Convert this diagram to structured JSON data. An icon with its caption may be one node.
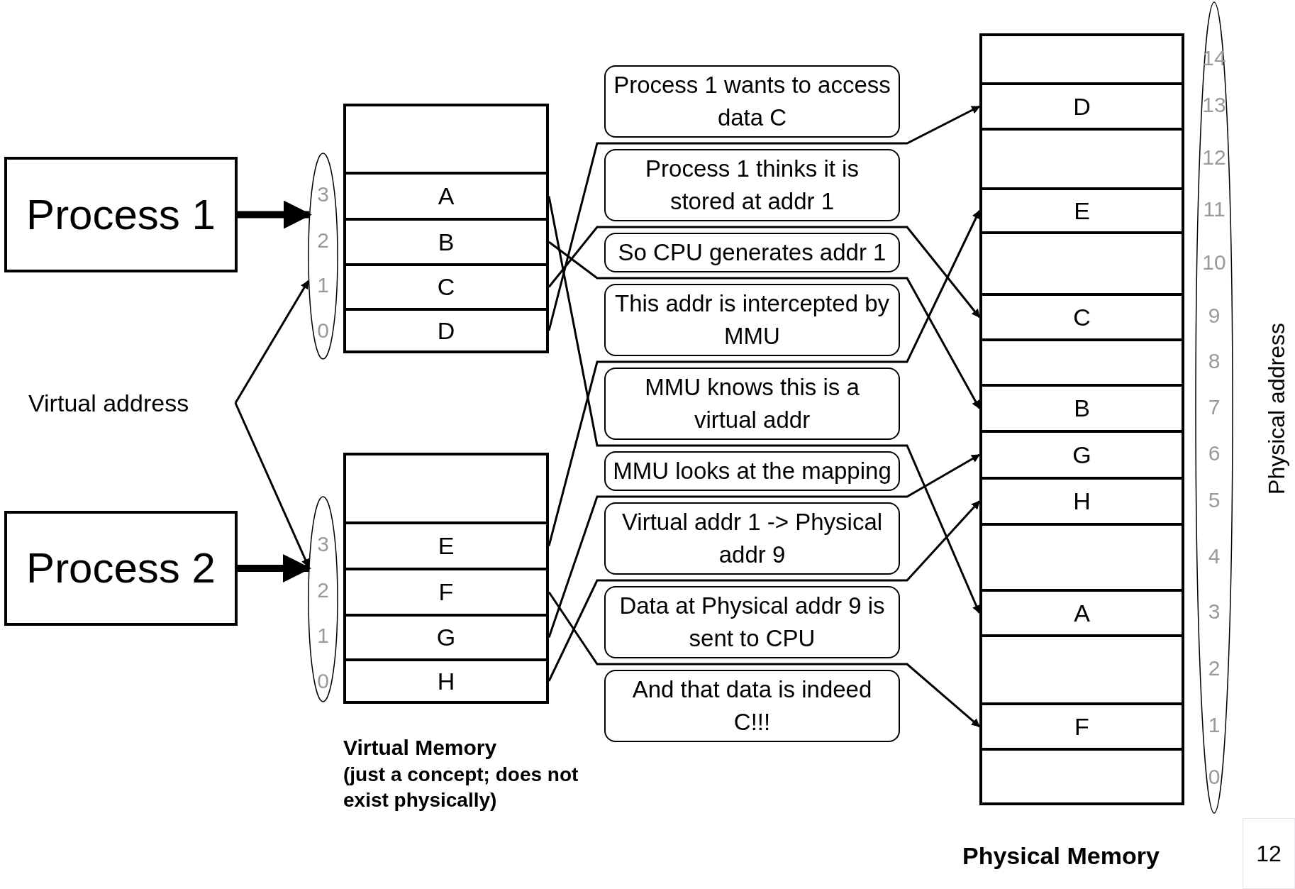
{
  "diagram": {
    "nodes": [
      {
        "text": [
          "Process 1"
        ]
      },
      {
        "text": [
          "3",
          "2",
          "1",
          "0"
        ]
      },
      {
        "text": [],
        "shape": "box"
      },
      {
        "text": [],
        "shape": "box",
        "in": 2
      },
      {
        "text": [
          "A"
        ],
        "in": 2
      },
      {
        "text": [
          "B"
        ],
        "in": 2
      },
      {
        "text": [
          "C"
        ],
        "in": 2
      },
      {
        "text": [
          "D"
        ],
        "in": 2
      },
      {
        "text": [
          "Process 1 wants to access data C"
        ]
      },
      {
        "text": [
          "Process 1 thinks it is stored at addr 1"
        ]
      },
      {
        "text": [
          "So CPU generates addr 1"
        ]
      },
      {
        "text": [
          "This addr is intercepted by MMU"
        ]
      },
      {
        "text": [
          "MMU knows this is a virtual addr"
        ]
      },
      {
        "text": [
          "MMU looks at the mapping"
        ]
      },
      {
        "text": [
          "Virtual addr 1 -> Physical addr 9"
        ]
      },
      {
        "text": [
          "Data at Physical addr 9 is sent to CPU"
        ]
      },
      {
        "text": [
          "And that data is indeed C!!!"
        ]
      },
      {
        "text": [],
        "shape": "box"
      },
      {
        "text": [],
        "shape": "box",
        "in": 17
      },
      {
        "text": [
          "D"
        ],
        "in": 17
      },
      {
        "text": [],
        "shape": "box",
        "in": 17
      },
      {
        "text": [
          "E"
        ],
        "in": 17
      },
      {
        "text": [],
        "shape": "box",
        "in": 17
      },
      {
        "text": [
          "C"
        ],
        "in": 17
      },
      {
        "text": [],
        "shape": "box",
        "in": 17
      },
      {
        "text": [
          "B"
        ],
        "in": 17
      },
      {
        "text": [
          "G"
        ],
        "in": 17
      },
      {
        "text": [
          "H"
        ],
        "in": 17
      },
      {
        "text": [],
        "shape": "box",
        "in": 17
      },
      {
        "text": [
          "A"
        ],
        "in": 17
      },
      {
        "text": [],
        "shape": "box",
        "in": 17
      },
      {
        "text": [
          "F"
        ],
        "in": 17
      },
      {
        "text": [],
        "shape": "box",
        "in": 17
      },
      {
        "text": [
          "14",
          "13",
          "12",
          "11",
          "10",
          "9",
          "8",
          "7",
          "6",
          "5",
          "4",
          "3",
          "2",
          "1",
          "0"
        ]
      },
      {
        "text": [
          "Virtual address"
        ]
      },
      {
        "text": [
          "Process 2"
        ]
      },
      {
        "text": [
          "3",
          "2",
          "1",
          "0"
        ]
      },
      {
        "text": [],
        "shape": "box"
      },
      {
        "text": [],
        "shape": "box",
        "in": 37
      },
      {
        "text": [
          "E"
        ],
        "in": 37
      },
      {
        "text": [
          "F"
        ],
        "in": 37
      },
      {
        "text": [
          "G"
        ],
        "in": 37
      },
      {
        "text": [
          "H"
        ],
        "in": 37
      }
    ],
    "edges": [
      {
        "from": 0,
        "to": 1,
        "arrow": "to",
        "style": "thick"
      },
      {
        "from": 34,
        "to": 1,
        "arrow": "to"
      },
      {
        "from": 34,
        "to": 36,
        "arrow": "to"
      },
      {
        "from": 35,
        "to": 36,
        "arrow": "to",
        "style": "thick"
      },
      {
        "from": 4,
        "to": 29,
        "arrow": "to"
      },
      {
        "from": 5,
        "to": 25,
        "arrow": "to"
      },
      {
        "from": 6,
        "to": 23,
        "arrow": "to"
      },
      {
        "from": 7,
        "to": 19,
        "arrow": "to"
      },
      {
        "from": 39,
        "to": 21,
        "arrow": "to"
      },
      {
        "from": 40,
        "to": 31,
        "arrow": "to"
      },
      {
        "from": 41,
        "to": 26,
        "arrow": "to"
      },
      {
        "from": 42,
        "to": 27,
        "arrow": "to"
      }
    ],
    "labels": [
      "Virtual Memory",
      "(just a concept; does not exist physically)",
      "Physical address",
      "Physical Memory",
      "12"
    ]
  }
}
